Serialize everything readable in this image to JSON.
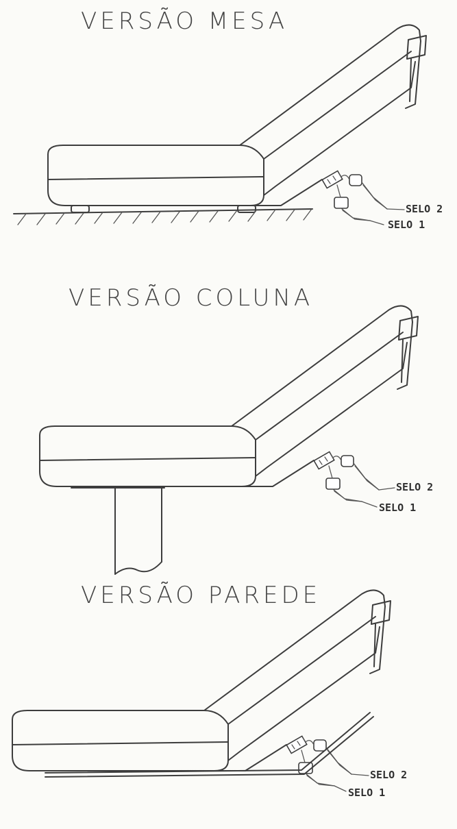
{
  "views": [
    {
      "id": "mesa",
      "title": "VERSÃO MESA",
      "seal2": "SELO 2",
      "seal1": "SELO 1"
    },
    {
      "id": "coluna",
      "title": "VERSÃO COLUNA",
      "seal2": "SELO 2",
      "seal1": "SELO 1"
    },
    {
      "id": "parede",
      "title": "VERSÃO PAREDE",
      "seal2": "SELO 2",
      "seal1": "SELO 1"
    }
  ]
}
